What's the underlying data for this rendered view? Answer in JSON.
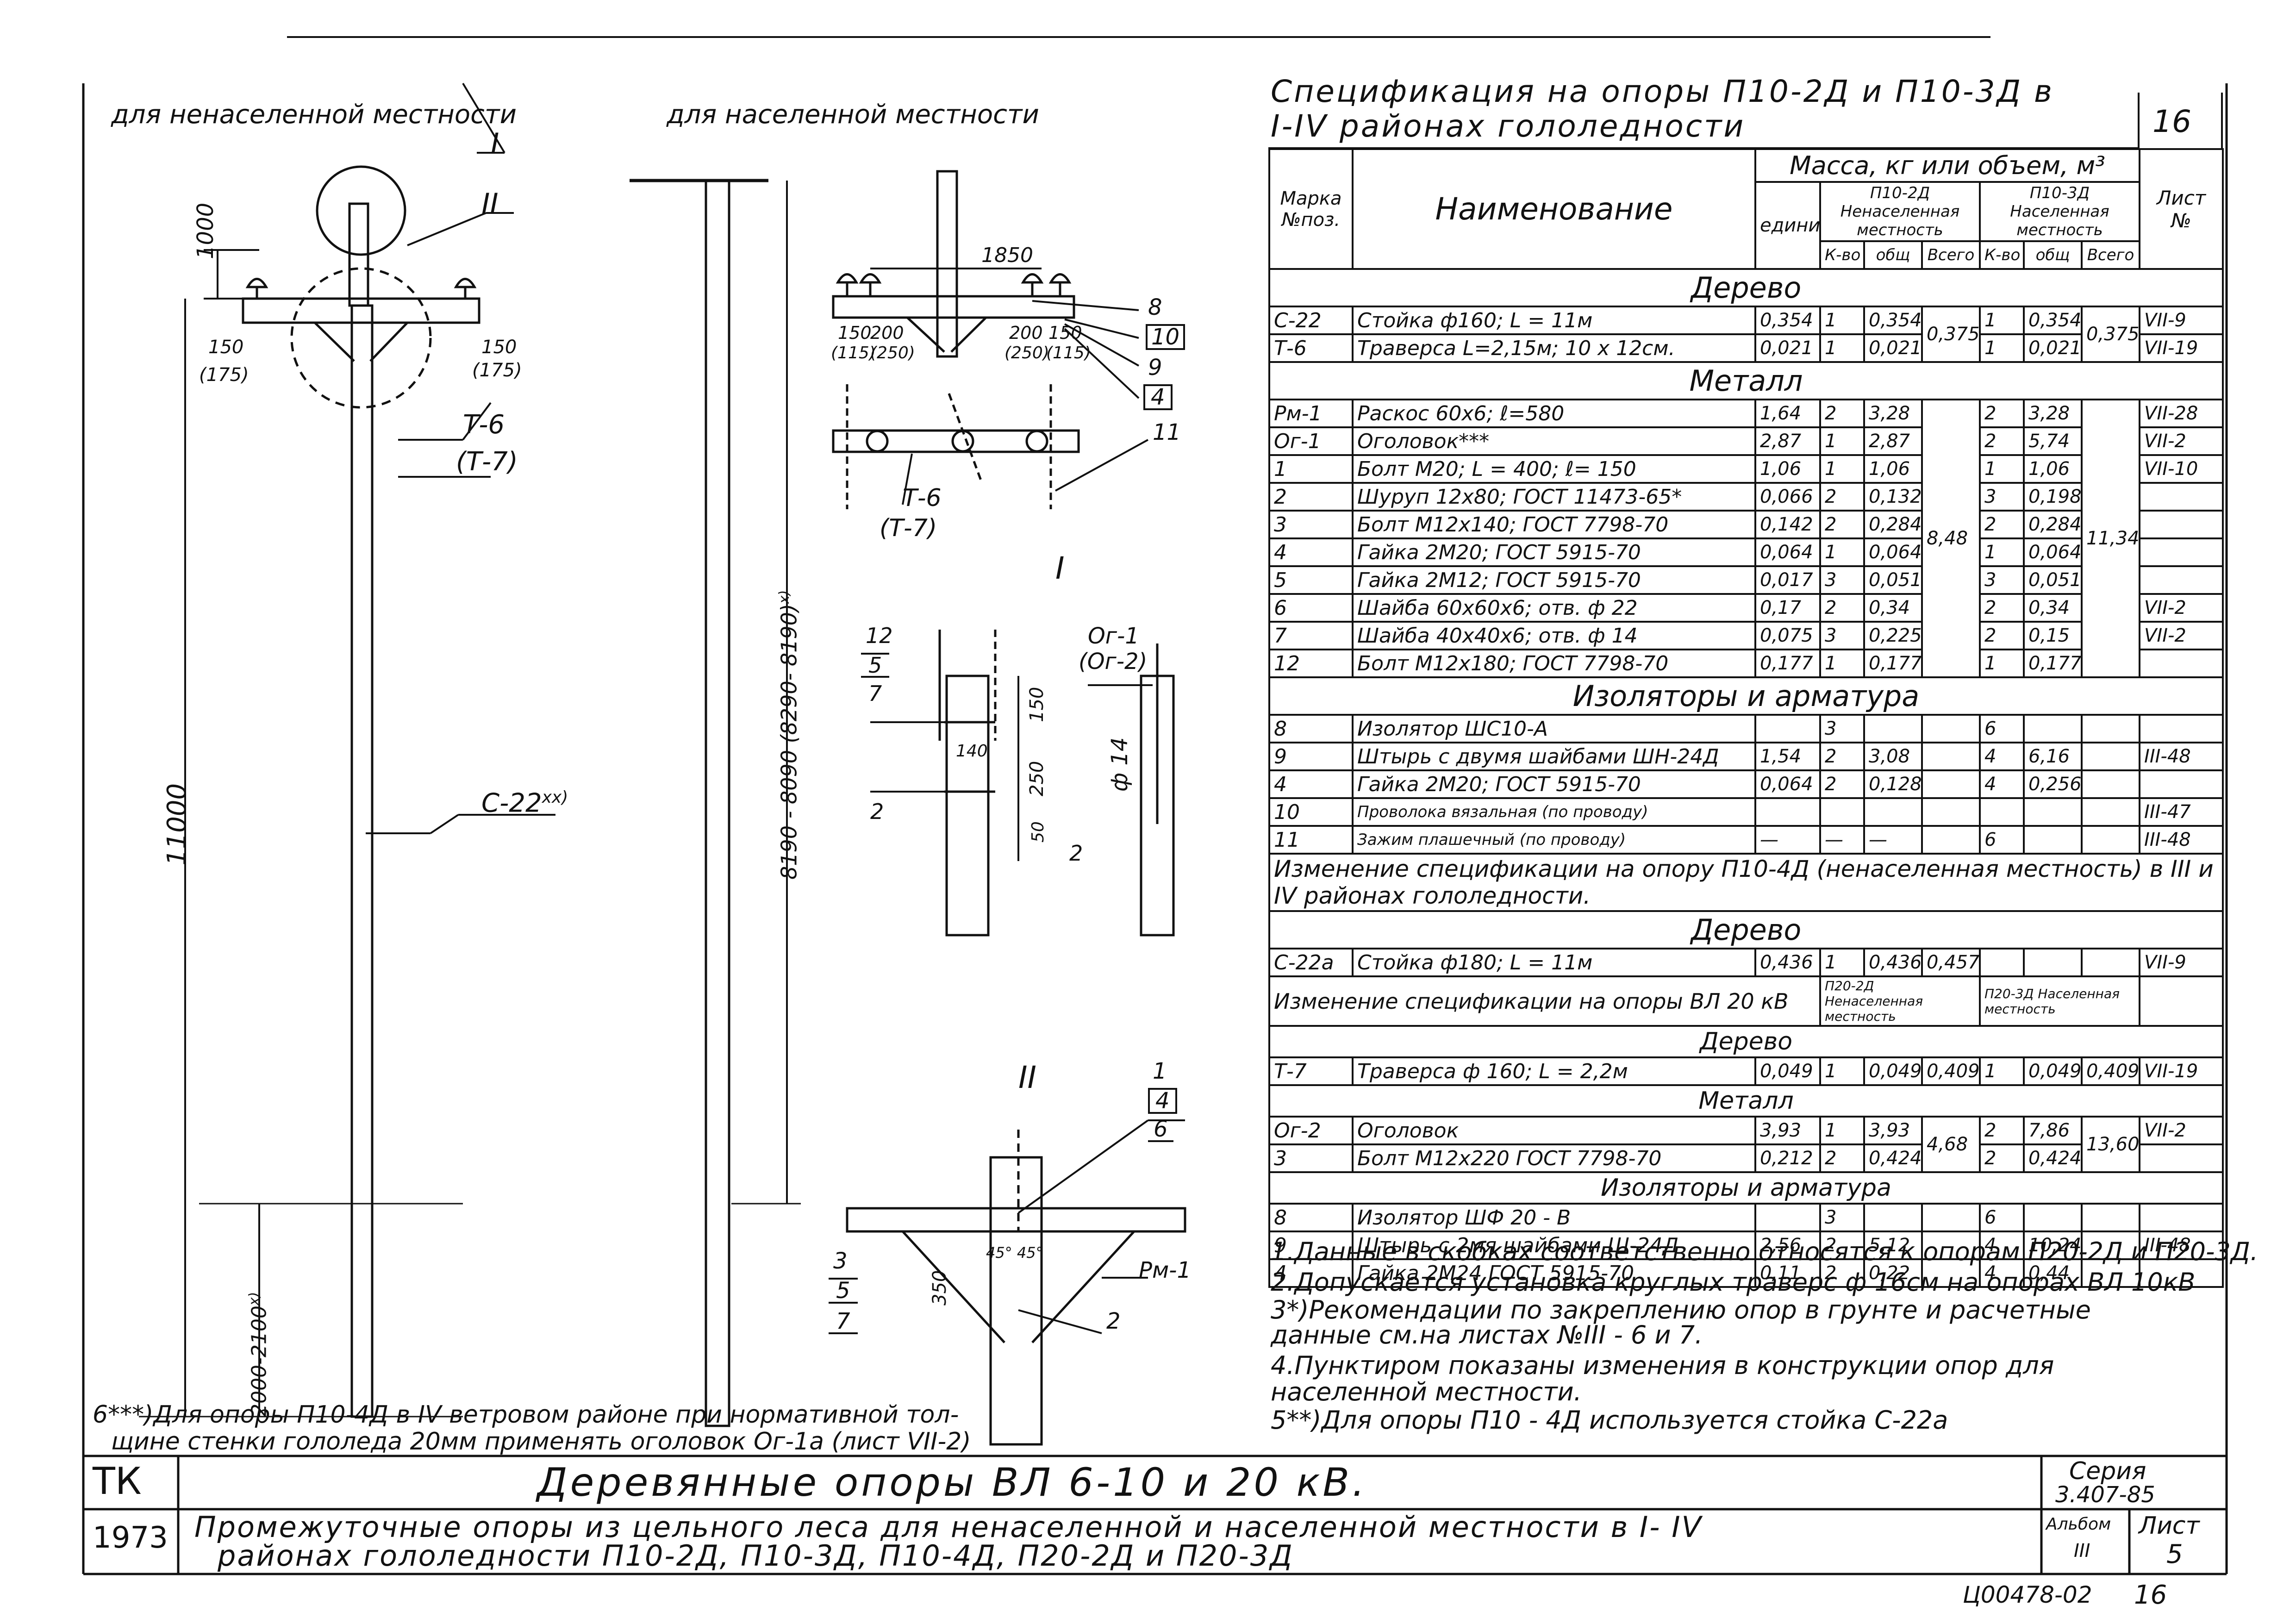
{
  "left_labels": {
    "unpopulated": "для ненаселенной местности",
    "populated": "для населенной местности"
  },
  "detail_marks": {
    "I": "I",
    "II": "II"
  },
  "pole_labels": {
    "traverse": "Т-6",
    "traverse_alt": "(Т-7)",
    "post": "С-22",
    "post_sup": "xx)",
    "dim_1000": "1000",
    "dim_150_l": "150",
    "dim_175_l": "(175)",
    "dim_150_r": "150",
    "dim_175_r": "(175)",
    "dim_11000": "11000",
    "dim_burial": "2000-2100",
    "dim_burial_sup": "x)",
    "dim_height": "8190 - 8090 (8290- 8190)",
    "dim_height_sup": "x)",
    "dim_1850": "1850",
    "dim_150a": "150",
    "dim_200a": "200",
    "dim_115": "(115)",
    "dim_250a": "(250)",
    "dim_200b": "200",
    "dim_150b": "150",
    "dim_250b": "(250)",
    "dim_115b": "(115)",
    "callouts_right": [
      "8",
      "10",
      "9",
      "4",
      "11"
    ],
    "callout_1": "1",
    "callout_4": "4",
    "callout_6": "6",
    "callout_3": "3",
    "callout_5": "5",
    "callout_7": "7",
    "callout_2": "2",
    "callout_rm1": "Рм-1",
    "dim_350": "350",
    "angle": "45° 45°",
    "node_I_labels": [
      "12",
      "5",
      "7",
      "2"
    ],
    "og_label": "Ог-1",
    "og_alt": "(Ог-2)",
    "phi14": "ф 14",
    "dim_150c": "150",
    "dim_250c": "250",
    "dim_140": "140",
    "dim_50": "50",
    "node2_label": "2"
  },
  "spec": {
    "title_line1": "Спецификация на опоры П10-2Д и П10-3Д в",
    "title_line2": "I-IV районах гололедности",
    "sheet_no": "16",
    "head_mark": "Марка №поз.",
    "head_name": "Наименование",
    "head_mass": "Масса, кг или объем, м³",
    "head_unit": "единицы",
    "head_p102": "П10-2Д Ненаселенная местность",
    "head_p103": "П10-3Д Населенная местность",
    "head_qty": "К-во",
    "head_total": "общ",
    "head_all": "Всего",
    "head_sheet": "Лист №",
    "sections": {
      "wood": "Дерево",
      "metal": "Металл",
      "insul": "Изоляторы и арматура"
    },
    "wood_rows": [
      {
        "mark": "С-22",
        "name": "Стойка ф160; L = 11м",
        "unit": "0,354",
        "q1": "1",
        "t1": "0,354",
        "q2": "1",
        "t2": "0,354",
        "sheet": "VII-9"
      },
      {
        "mark": "Т-6",
        "name": "Траверса L=2,15м; 10 х 12см.",
        "unit": "0,021",
        "q1": "1",
        "t1": "0,021",
        "q2": "1",
        "t2": "0,021",
        "sheet": "VII-19"
      }
    ],
    "wood_total_1": "0,375",
    "wood_total_2": "0,375",
    "metal_rows": [
      {
        "mark": "Рм-1",
        "name": "Раскос 60х6; ℓ=580",
        "unit": "1,64",
        "q1": "2",
        "t1": "3,28",
        "q2": "2",
        "t2": "3,28",
        "sheet": "VII-28"
      },
      {
        "mark": "Ог-1",
        "name": "Оголовок***",
        "unit": "2,87",
        "q1": "1",
        "t1": "2,87",
        "q2": "2",
        "t2": "5,74",
        "sheet": "VII-2"
      },
      {
        "mark": "1",
        "name": "Болт М20; L = 400; ℓ= 150",
        "unit": "1,06",
        "q1": "1",
        "t1": "1,06",
        "q2": "1",
        "t2": "1,06",
        "sheet": "VII-10"
      },
      {
        "mark": "2",
        "name": "Шуруп 12х80; ГОСТ 11473-65*",
        "unit": "0,066",
        "q1": "2",
        "t1": "0,132",
        "q2": "3",
        "t2": "0,198",
        "sheet": ""
      },
      {
        "mark": "3",
        "name": "Болт М12х140; ГОСТ 7798-70",
        "unit": "0,142",
        "q1": "2",
        "t1": "0,284",
        "q2": "2",
        "t2": "0,284",
        "sheet": ""
      },
      {
        "mark": "4",
        "name": "Гайка 2М20; ГОСТ 5915-70",
        "unit": "0,064",
        "q1": "1",
        "t1": "0,064",
        "q2": "1",
        "t2": "0,064",
        "sheet": ""
      },
      {
        "mark": "5",
        "name": "Гайка 2М12; ГОСТ 5915-70",
        "unit": "0,017",
        "q1": "3",
        "t1": "0,051",
        "q2": "3",
        "t2": "0,051",
        "sheet": ""
      },
      {
        "mark": "6",
        "name": "Шайба 60х60х6; отв. ф 22",
        "unit": "0,17",
        "q1": "2",
        "t1": "0,34",
        "q2": "2",
        "t2": "0,34",
        "sheet": "VII-2"
      },
      {
        "mark": "7",
        "name": "Шайба 40х40х6; отв. ф 14",
        "unit": "0,075",
        "q1": "3",
        "t1": "0,225",
        "q2": "2",
        "t2": "0,15",
        "sheet": "VII-2"
      },
      {
        "mark": "12",
        "name": "Болт М12х180; ГОСТ 7798-70",
        "unit": "0,177",
        "q1": "1",
        "t1": "0,177",
        "q2": "1",
        "t2": "0,177",
        "sheet": ""
      }
    ],
    "metal_total_1": "8,48",
    "metal_total_2": "11,34",
    "insul_rows": [
      {
        "mark": "8",
        "name": "Изолятор ШС10-А",
        "unit": "",
        "q1": "3",
        "t1": "",
        "q2": "6",
        "t2": "",
        "sheet": ""
      },
      {
        "mark": "9",
        "name": "Штырь с двумя шайбами ШН-24Д",
        "unit": "1,54",
        "q1": "2",
        "t1": "3,08",
        "q2": "4",
        "t2": "6,16",
        "sheet": "III-48"
      },
      {
        "mark": "4",
        "name": "Гайка 2М20; ГОСТ 5915-70",
        "unit": "0,064",
        "q1": "2",
        "t1": "0,128",
        "q2": "4",
        "t2": "0,256",
        "sheet": ""
      },
      {
        "mark": "10",
        "name": "Проволока вязальная (по проводу)",
        "unit": "",
        "q1": "",
        "t1": "",
        "q2": "",
        "t2": "",
        "sheet": "III-47"
      },
      {
        "mark": "11",
        "name": "Зажим плашечный (по проводу)",
        "unit": "—",
        "q1": "—",
        "t1": "—",
        "q2": "6",
        "t2": "",
        "sheet": "III-48"
      }
    ],
    "change1_text": "Изменение спецификации на опору П10-4Д (ненаселенная местность) в III и IV районах гололедности.",
    "change1_wood": {
      "mark": "С-22а",
      "name": "Стойка ф180; L = 11м",
      "unit": "0,436",
      "q1": "1",
      "t1": "0,436",
      "all": "0,457",
      "sheet": "VII-9"
    },
    "change2_text": "Изменение спецификации на опоры ВЛ 20 кВ",
    "change2_p202": "П20-2Д Ненаселенная местность",
    "change2_p203": "П20-3Д Населенная местность",
    "change2_wood": {
      "mark": "Т-7",
      "name": "Траверса ф 160; L = 2,2м",
      "unit": "0,049",
      "q1": "1",
      "t1": "0,049",
      "a1": "0,409",
      "q2": "1",
      "t2": "0,049",
      "a2": "0,409",
      "sheet": "VII-19"
    },
    "change2_metal": [
      {
        "mark": "Ог-2",
        "name": "Оголовок",
        "unit": "3,93",
        "q1": "1",
        "t1": "3,93",
        "q2": "2",
        "t2": "7,86",
        "sheet": "VII-2"
      },
      {
        "mark": "3",
        "name": "Болт М12х220 ГОСТ 7798-70",
        "unit": "0,212",
        "q1": "2",
        "t1": "0,424",
        "q2": "2",
        "t2": "0,424",
        "sheet": ""
      }
    ],
    "change2_metal_total_1": "4,68",
    "change2_metal_total_2": "13,60",
    "change2_insul": [
      {
        "mark": "8",
        "name": "Изолятор ШФ 20 - В",
        "unit": "",
        "q1": "3",
        "t1": "",
        "q2": "6",
        "t2": "",
        "sheet": ""
      },
      {
        "mark": "9",
        "name": "Штырь с 2мя шайбами Ш-24Д",
        "unit": "2,56",
        "q1": "2",
        "t1": "5,12",
        "q2": "4",
        "t2": "10,24",
        "sheet": "III-48"
      },
      {
        "mark": "4",
        "name": "Гайка 2М24 ГОСТ 5915-70",
        "unit": "0,11",
        "q1": "2",
        "t1": "0,22",
        "q2": "4",
        "t2": "0,44",
        "sheet": ""
      }
    ]
  },
  "notes": [
    "1.Данные в скобках соответственно относятся к опорам П20-2Д и П20-3Д.",
    "2.Допускается установка круглых траверс ф 16см на опорах ВЛ 10кВ",
    "3*)Рекомендации по закреплению опор в грунте и расчетные",
    "данные см.на листах №III - 6 и 7.",
    "4.Пунктиром показаны изменения в конструкции опор для",
    "населенной местности.",
    "5**)Для опоры П10 - 4Д используется стойка С-22а"
  ],
  "note6_line1": "6***)Для опоры П10-4Д в IV ветровом районе при нормативной тол-",
  "note6_line2": "щине стенки гололеда 20мм применять оголовок Ог-1а (лист VII-2)",
  "title_block": {
    "org": "ТК",
    "year": "1973",
    "title": "Деревянные опоры ВЛ 6-10 и 20 кВ.",
    "subtitle_1": "Промежуточные опоры из цельного леса для ненаселенной и населенной местности в I- IV",
    "subtitle_2": "районах гололедности П10-2Д, П10-3Д, П10-4Д, П20-2Д и П20-3Д",
    "series_label": "Серия",
    "series": "3.407-85",
    "album_label": "Альбом",
    "album": "III",
    "sheet_label": "Лист",
    "sheet": "5",
    "code": "Ц00478-02",
    "page": "16"
  }
}
